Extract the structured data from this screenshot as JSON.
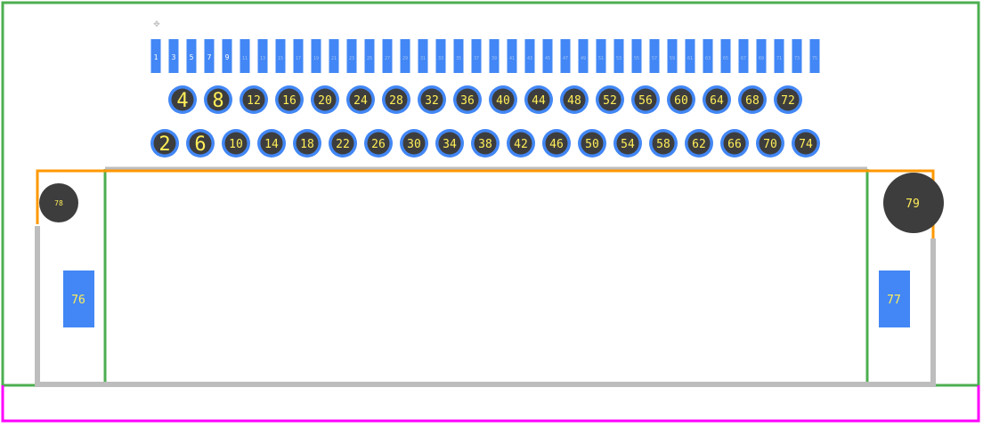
{
  "colors": {
    "background": "#ffffff",
    "courtyard": "#4caf50",
    "board_edge": "#ff00ff",
    "silkscreen": "#ff9800",
    "body_outline": "#bdbdbd",
    "smd_pad": "#4287f5",
    "tht_ring": "#4287f5",
    "tht_hole": "#3d3d3d",
    "mount_hole": "#3d3d3d",
    "label": "#ffee58",
    "origin_marker": "#bdbdbd"
  },
  "origin_marker": {
    "glyph": "✥"
  },
  "smd_pads_top": [
    "1",
    "3",
    "5",
    "7",
    "9",
    "11",
    "13",
    "15",
    "17",
    "19",
    "21",
    "23",
    "25",
    "27",
    "29",
    "31",
    "33",
    "35",
    "37",
    "39",
    "41",
    "43",
    "45",
    "47",
    "49",
    "51",
    "53",
    "55",
    "57",
    "59",
    "61",
    "63",
    "65",
    "67",
    "69",
    "71",
    "73",
    "75"
  ],
  "tht_row_upper": [
    "4",
    "8",
    "12",
    "16",
    "20",
    "24",
    "28",
    "32",
    "36",
    "40",
    "44",
    "48",
    "52",
    "56",
    "60",
    "64",
    "68",
    "72"
  ],
  "tht_row_lower": [
    "2",
    "6",
    "10",
    "14",
    "18",
    "22",
    "26",
    "30",
    "34",
    "38",
    "42",
    "46",
    "50",
    "54",
    "58",
    "62",
    "66",
    "70",
    "74"
  ],
  "side_pads": {
    "left": "76",
    "right": "77"
  },
  "mount_holes": {
    "left": "78",
    "right": "79"
  }
}
